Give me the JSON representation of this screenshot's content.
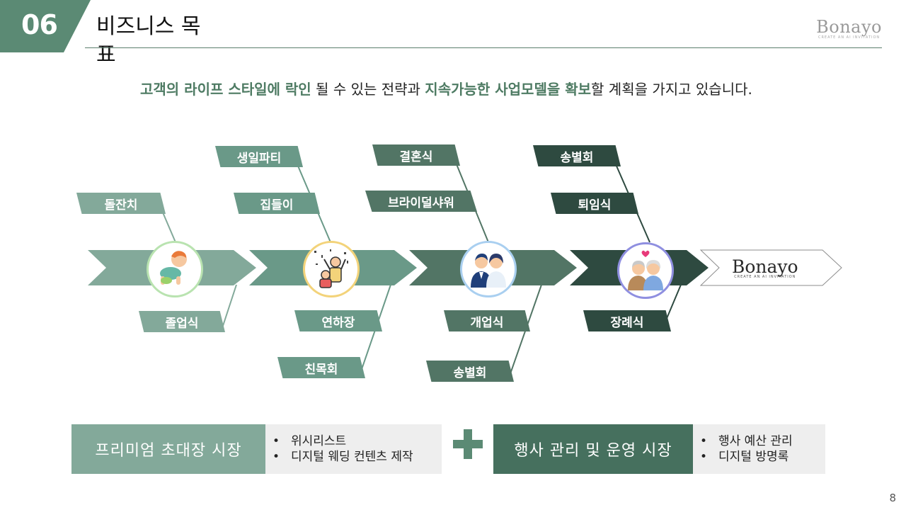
{
  "header": {
    "section_number": "06",
    "title": "비즈니스 목표",
    "brand": "Bonayo",
    "brand_tagline": "CREATE AN AI INVITATION",
    "accent_color": "#5b8a74"
  },
  "intro": {
    "segments": [
      {
        "text": "고객의 라이프 스타일에 락인",
        "highlight": true
      },
      {
        "text": " 될 수 있는 전략과 ",
        "highlight": false
      },
      {
        "text": "지속가능한 사업모델을 확보",
        "highlight": true
      },
      {
        "text": "할 계획을 가지고 있습니다.",
        "highlight": false
      }
    ]
  },
  "stages": [
    {
      "icon": "baby-crawling-icon",
      "color": "#83a99a",
      "ring": "#b9e3b0",
      "labels_above": [
        "돌잔치"
      ],
      "labels_below": [
        "졸업식"
      ]
    },
    {
      "icon": "party-celebration-icon",
      "color": "#6a9988",
      "ring": "#f3d37a",
      "labels_above": [
        "생일파티",
        "집들이"
      ],
      "labels_below": [
        "연하장",
        "친목회"
      ]
    },
    {
      "icon": "couple-icon",
      "color": "#527565",
      "ring": "#a9cff0",
      "labels_above": [
        "결혼식",
        "브라이덜샤워"
      ],
      "labels_below": [
        "개업식",
        "송별회"
      ]
    },
    {
      "icon": "elderly-couple-icon",
      "color": "#2e4a40",
      "ring": "#8f8fe0",
      "labels_above": [
        "송별회",
        "퇴임식"
      ],
      "labels_below": [
        "장례식"
      ]
    }
  ],
  "end_brand": {
    "name": "Bonayo",
    "tagline": "CREATE AN AI INVITATION"
  },
  "markets": [
    {
      "title": "프리미엄 초대장 시장",
      "color": "#83a99a",
      "features": [
        "위시리스트",
        "디지털 웨딩 컨텐츠 제작"
      ]
    },
    {
      "title": "행사 관리 및 운영 시장",
      "color": "#46705e",
      "features": [
        "행사 예산 관리",
        "디지털 방명록"
      ]
    }
  ],
  "page_number": "8"
}
